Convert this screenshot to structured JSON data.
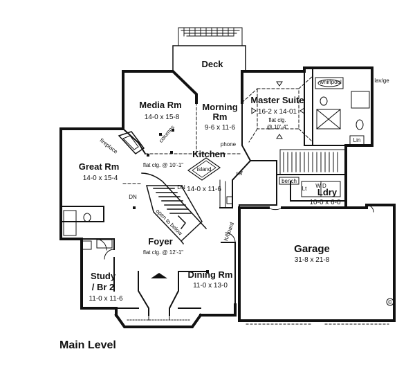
{
  "plan_title": "Main Level",
  "rooms": {
    "deck": {
      "name": "Deck"
    },
    "media": {
      "name": "Media Rm",
      "dims": "14-0 x 15-8"
    },
    "morning": {
      "name_1": "Morning",
      "name_2": "Rm",
      "dims": "9-6 x 11-6"
    },
    "master": {
      "name": "Master Suite",
      "dims": "16-2 x 14-01",
      "note_1": "flat clg.",
      "note_2": "@ 10'-4\""
    },
    "kitchen": {
      "name": "Kitchen",
      "note": "flat clg. @ 10'-1\"",
      "dims": "14-0 x 11-6"
    },
    "great": {
      "name": "Great Rm",
      "dims": "14-0 x 15-4"
    },
    "foyer": {
      "name": "Foyer",
      "note": "flat clg. @ 12'-1\""
    },
    "study": {
      "name_1": "Study",
      "name_2": "/ Br 2",
      "dims": "11-0 x 11-6"
    },
    "dining": {
      "name": "Dining Rm",
      "dims": "11-0 x 13-0"
    },
    "garage": {
      "name": "Garage",
      "dims": "31-8 x 21-8"
    },
    "laundry": {
      "name": "Ldry",
      "dims": "10-0 x 6-0"
    }
  },
  "labels": {
    "whirlpool": "whirlpool",
    "lavatory": "lav/ge",
    "linen": "Lin",
    "phone": "phone",
    "columns": "columns",
    "fireplace": "fireplace",
    "island": "island",
    "bench": "bench",
    "w_d": "W  D",
    "lt": "Lt",
    "dn_1": "DN",
    "dn_2": "DN",
    "open_to_below": "open to below",
    "keyboard": "K/board",
    "ref": "ref",
    "copyright": "©"
  }
}
